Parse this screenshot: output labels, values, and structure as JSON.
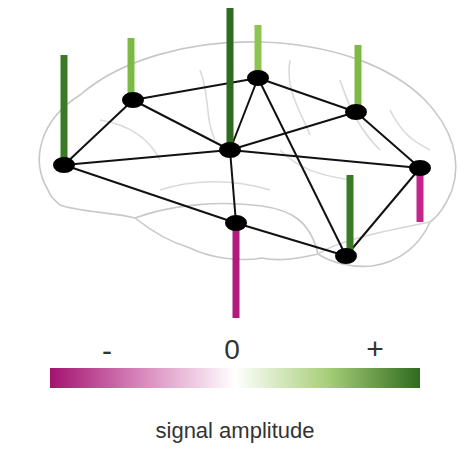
{
  "diagram": {
    "labels": [
      "-",
      "0",
      "+",
      "signal amplitude"
    ]
  }
}
